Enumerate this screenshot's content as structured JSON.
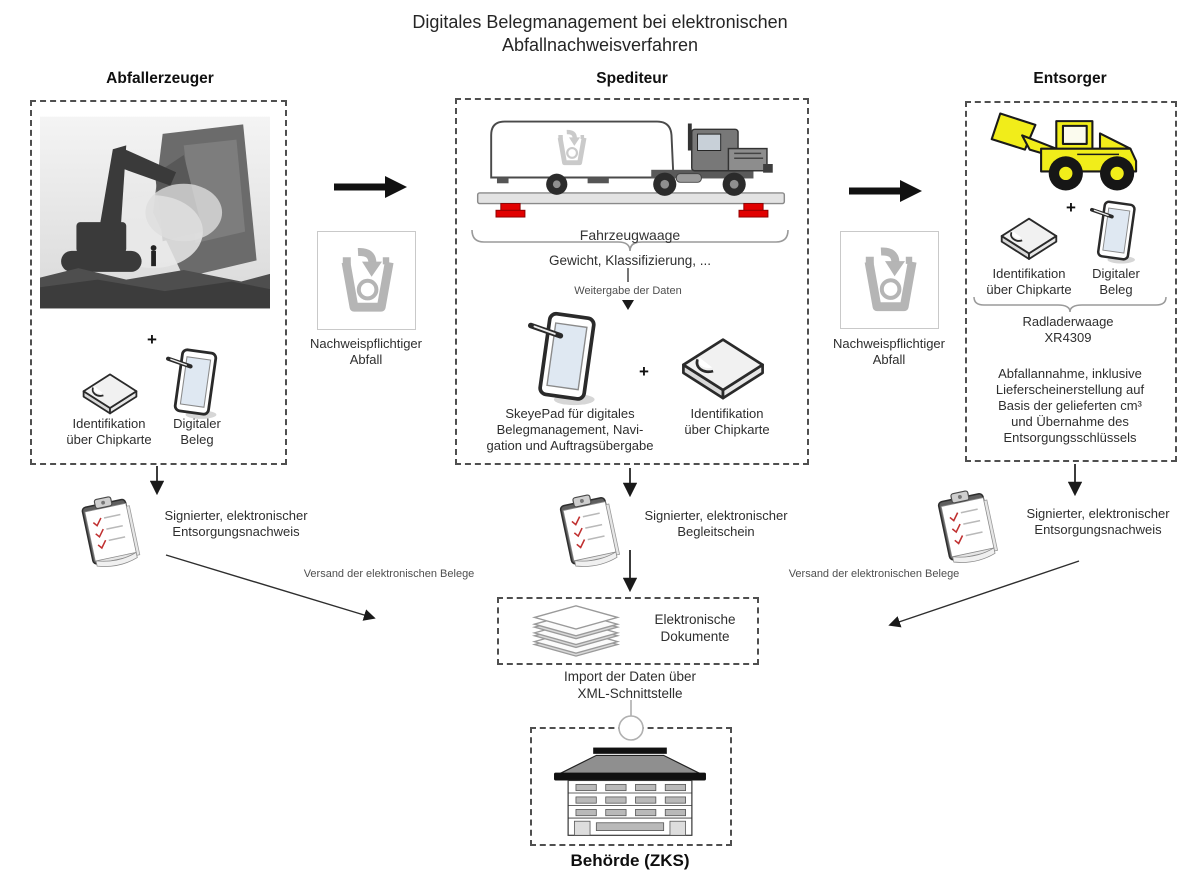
{
  "title": {
    "lines": [
      "Digitales Belegmanagement bei elektronischen",
      "Abfallnachweisverfahren"
    ]
  },
  "abfallerzeuger": {
    "header": "Abfallerzeuger",
    "plus": "+",
    "chipcard": [
      "Identifikation",
      "über Chipkarte"
    ],
    "beleg": [
      "Digitaler",
      "Beleg"
    ],
    "signed_doc": [
      "Signierter, elektronischer",
      "Entsorgungsnachweis"
    ]
  },
  "spediteur": {
    "header": "Spediteur",
    "fahrzeugwaage": "Fahrzeugwaage",
    "gewicht": "Gewicht, Klassifizierung, ...",
    "weitergabe": "Weitergabe der Daten",
    "plus": "+",
    "skeyepad": [
      "SkeyePad für digitales",
      "Belegmanagement, Navi-",
      "gation und Auftragsübergabe"
    ],
    "chipcard": [
      "Identifikation",
      "über Chipkarte"
    ],
    "signed_doc": [
      "Signierter, elektronischer",
      "Begleitschein"
    ]
  },
  "entsorger": {
    "header": "Entsorger",
    "plus": "+",
    "chipcard": [
      "Identifikation",
      "über Chipkarte"
    ],
    "beleg": [
      "Digitaler",
      "Beleg"
    ],
    "radladerwaage": [
      "Radladerwaage",
      "XR4309"
    ],
    "description": [
      "Abfallannahme, inklusive",
      "Lieferscheinerstellung auf",
      "Basis der gelieferten cm³",
      "und Übernahme des",
      "Entsorgungsschlüssels"
    ],
    "signed_doc": [
      "Signierter, elektronischer",
      "Entsorgungsnachweis"
    ]
  },
  "transfer_left": {
    "label": [
      "Nachweispflichtiger",
      "Abfall"
    ]
  },
  "transfer_right": {
    "label": [
      "Nachweispflichtiger",
      "Abfall"
    ]
  },
  "versand_left": "Versand der elektronischen Belege",
  "versand_right": "Versand der elektronischen Belege",
  "dokumente": {
    "label": [
      "Elektronische",
      "Dokumente"
    ]
  },
  "xml_import": [
    "Import der Daten über",
    "XML-Schnittstelle"
  ],
  "behoerde": {
    "label": "Behörde (ZKS)"
  },
  "colors": {
    "support_red": "#e10000",
    "loader_yellow": "#f1ed1a",
    "bin_gray": "#b5b5b5",
    "dash_border": "#4f4f4f"
  }
}
